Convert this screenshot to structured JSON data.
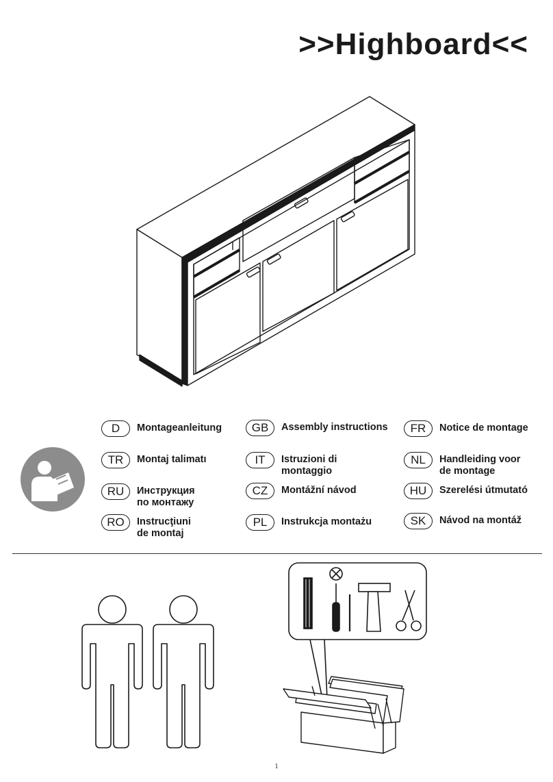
{
  "header": {
    "title": ">>Highboard<<"
  },
  "languages": [
    {
      "code": "D",
      "label": "Montageanleitung"
    },
    {
      "code": "GB",
      "label": "Assembly instructions"
    },
    {
      "code": "FR",
      "label": "Notice de montage"
    },
    {
      "code": "TR",
      "label": "Montaj talimatı"
    },
    {
      "code": "IT",
      "label": "Istruzioni di\nmontaggio"
    },
    {
      "code": "NL",
      "label": "Handleiding voor\nde montage"
    },
    {
      "code": "RU",
      "label": "Инструкция\nпо монтажу"
    },
    {
      "code": "CZ",
      "label": "Montážní návod"
    },
    {
      "code": "HU",
      "label": "Szerelési útmutató"
    },
    {
      "code": "RO",
      "label": "Instrucţiuni\nde montaj"
    },
    {
      "code": "PL",
      "label": "Instrukcja montażu"
    },
    {
      "code": "SK",
      "label": "Návod na montáž"
    }
  ],
  "icons": {
    "manual": "read-manual-icon",
    "persons": "two-persons-icon",
    "tools": "tools-icon",
    "toolbox": "toolbox-icon",
    "no_electric_screwdriver": "crossed-circle-icon"
  },
  "colors": {
    "ink": "#1a1a1a",
    "manual_icon_bg": "#8c8c8c"
  },
  "footer": {
    "page_number": "1"
  }
}
